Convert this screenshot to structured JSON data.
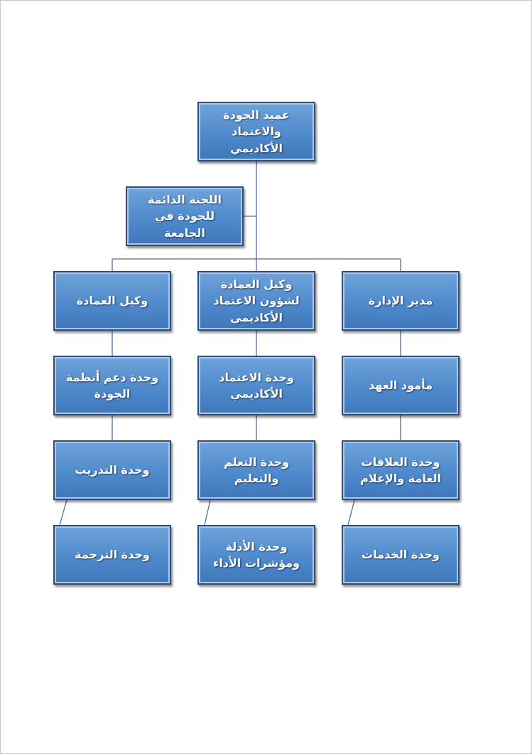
{
  "org_chart": {
    "dean": "عميد الجودة\nوالاعتماد الأكاديمي",
    "committee": "اللجنة الدائمة\nللجودة في الجامعة",
    "col_right": {
      "head": "مدير الإدارة",
      "unit1": "مأمود العهد",
      "unit2": "وحدة العلاقات\nالعامة والإعلام",
      "unit3": "وحدة الخدمات"
    },
    "col_center": {
      "head": "وكيل العمادة\nلشؤون الاعتماد\nالأكاديمي",
      "unit1": "وحدة الاعتماد\nالأكاديمي",
      "unit2": "وحدة التعلم\nوالتعليم",
      "unit3": "وحدة الأدلة\nومؤشرات الأداء"
    },
    "col_left": {
      "head": "وكيل العمادة",
      "unit1": "وحدة دعم أنظمة\nالجودة",
      "unit2": "وحدة التدريب",
      "unit3": "وحدة الترجمة"
    }
  }
}
